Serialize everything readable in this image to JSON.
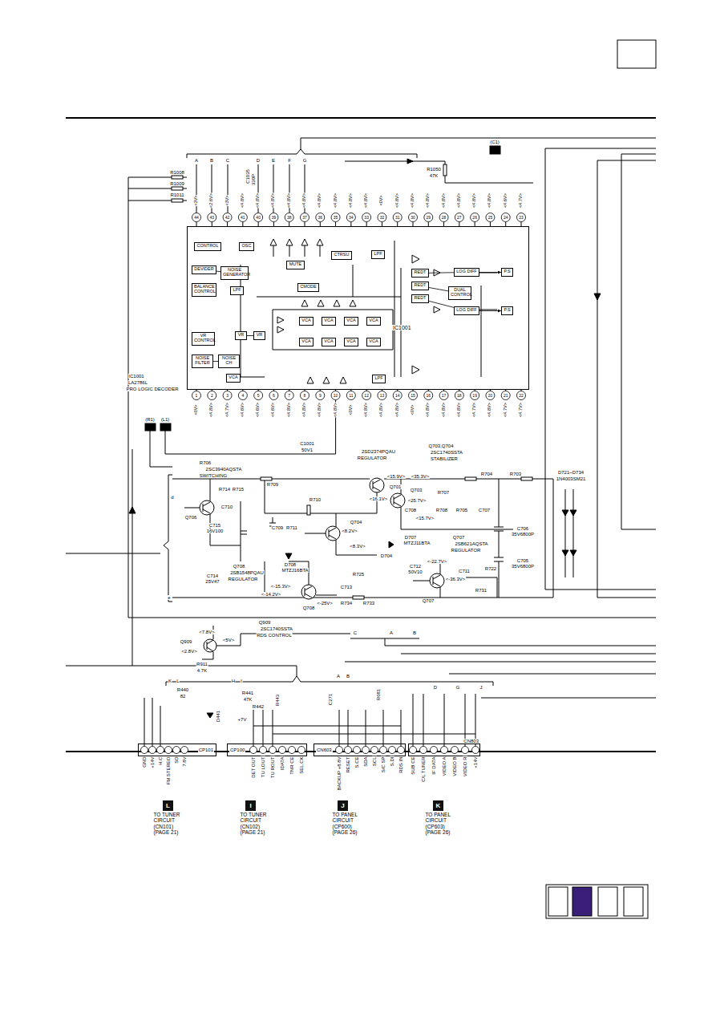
{
  "diagram": {
    "nodes": [
      {
        "text": [
          "IC1001"
        ]
      },
      {
        "text": [
          "CONTROL"
        ],
        "in": 0
      },
      {
        "text": [
          "OSC"
        ],
        "in": 0
      },
      {
        "text": [
          "DEVIDER"
        ],
        "in": 0
      },
      {
        "text": [
          "NOISE GENERATOR"
        ],
        "in": 0
      },
      {
        "text": [
          "BALANCE CONTROL"
        ],
        "in": 0
      },
      {
        "text": [
          "LPF"
        ],
        "in": 0
      },
      {
        "text": [
          "MUTE"
        ],
        "in": 0
      },
      {
        "text": [
          "CTRSU"
        ],
        "in": 0
      },
      {
        "text": [
          "LPF"
        ],
        "in": 0
      },
      {
        "text": [
          "CMODE"
        ],
        "in": 0
      },
      {
        "text": [
          "VCA"
        ],
        "in": 0
      },
      {
        "text": [
          "VCA"
        ],
        "in": 0
      },
      {
        "text": [
          "VCA"
        ],
        "in": 0
      },
      {
        "text": [
          "VCA"
        ],
        "in": 0
      },
      {
        "text": [
          "VCA"
        ],
        "in": 0
      },
      {
        "text": [
          "VCA"
        ],
        "in": 0
      },
      {
        "text": [
          "VCA"
        ],
        "in": 0
      },
      {
        "text": [
          "VCA"
        ],
        "in": 0
      },
      {
        "text": [
          "VR CONTROL"
        ],
        "in": 0
      },
      {
        "text": [
          "VR"
        ],
        "in": 0
      },
      {
        "text": [
          "VR"
        ],
        "in": 0
      },
      {
        "text": [
          "NOISE FILTER"
        ],
        "in": 0
      },
      {
        "text": [
          "NOISE CH"
        ],
        "in": 0
      },
      {
        "text": [
          "VCA"
        ],
        "in": 0
      },
      {
        "text": [
          "LPF"
        ],
        "in": 0
      },
      {
        "text": [
          "REDT"
        ],
        "in": 0
      },
      {
        "text": [
          "REDT"
        ],
        "in": 0
      },
      {
        "text": [
          "REDT"
        ],
        "in": 0
      },
      {
        "text": [
          "LOG DIFF"
        ],
        "in": 0
      },
      {
        "text": [
          "DUAL CONTROL"
        ],
        "in": 0
      },
      {
        "text": [
          "LOG DIFF"
        ],
        "in": 0
      },
      {
        "text": [
          "P.S"
        ],
        "in": 0
      },
      {
        "text": [
          "P.S"
        ],
        "in": 0
      },
      {
        "text": [
          "CP101"
        ]
      },
      {
        "text": [
          "CP100"
        ]
      },
      {
        "text": [
          "CN603"
        ]
      },
      {
        "text": [
          "CN803"
        ]
      },
      {
        "text": [
          "L"
        ]
      },
      {
        "text": [
          "I"
        ]
      },
      {
        "text": [
          "J"
        ]
      },
      {
        "text": [
          "K"
        ]
      }
    ],
    "edges": [
      {
        "from": 3,
        "to": 4,
        "arrow": "none"
      },
      {
        "from": 20,
        "to": 21,
        "arrow": "none"
      },
      {
        "from": 22,
        "to": 23,
        "arrow": "none"
      },
      {
        "from": 26,
        "to": 29,
        "arrow": "none"
      },
      {
        "from": 27,
        "to": 30,
        "arrow": "none"
      },
      {
        "from": 28,
        "to": 31,
        "arrow": "none"
      },
      {
        "from": 29,
        "to": 32,
        "arrow": "to"
      },
      {
        "from": 31,
        "to": 33,
        "arrow": "to"
      }
    ],
    "labels": [
      "R1008",
      "R1009",
      "R1011",
      "C1035",
      "330P",
      "(C1)",
      "R1050",
      "47K",
      "IC1001",
      "LA2786L",
      "PRO LOGIC DECODER",
      "(R1)",
      "(L1)",
      "C1001",
      "50V1",
      "2SD2374PQAU",
      "REGULATOR",
      "Q703,Q704",
      "2SC1740SSTA",
      "STABILIZER",
      "R706",
      "2SC3940AQSTA",
      "SWITCHING",
      "Q701",
      "Q703",
      "R704",
      "R703",
      "D721~D734",
      "1N4003SM21",
      "R714",
      "R715",
      "C710",
      "C715",
      "16V100",
      "Q706",
      "R709",
      "R710",
      "<15.9V>",
      "<16.1V>",
      "<35.3V>",
      "<25.7V>",
      "R707",
      "C708",
      "R708",
      "R705",
      "C707",
      "Q704",
      "<15.7V>",
      "C706",
      "35V6800P",
      "C709",
      "R711",
      "<8.2V>",
      "<8.3V>",
      "D707",
      "MTZJ11BTA",
      "Q707",
      "2SB621AQSTA",
      "REGULATOR",
      "D704",
      "C705",
      "35V6800P",
      "Q708",
      "2SB1548PQAU",
      "REGULATOR",
      "D708",
      "MTZJ16BTA",
      "C714",
      "25V47",
      "C712",
      "50V10",
      "C711",
      "R722",
      "<-15.3V>",
      "<-14.2V>",
      "C713",
      "R725",
      "<-22.7V>",
      "<-36.3V>",
      "R731",
      "Q708",
      "<-25V>",
      "Q707",
      "R734",
      "R733",
      "Q909",
      "2SC1740SSTA",
      "RDS CONTROL",
      "Q909",
      "<7.8V>",
      "<2.8V>",
      "<5V>",
      "R911",
      "4.7K",
      "R440",
      "82",
      "R441",
      "47K",
      "R442",
      "+7V",
      "D441",
      "R443",
      "C271",
      "R681",
      "A",
      "B",
      "C",
      "D",
      "E",
      "F",
      "G",
      "C",
      "A",
      "B",
      "K",
      "L",
      "H",
      "I",
      "A",
      "B",
      "D",
      "G",
      "J",
      "d",
      "e",
      "TO TUNER CIRCUIT (CN101) (PAGE 21)",
      "TO TUNER CIRCUIT (CN102) (PAGE 21)",
      "TO PANEL CIRCUIT (CP600) (PAGE 26)",
      "TO PANEL CIRCUIT (CP603) (PAGE 26)",
      "GND",
      "+14V",
      "H.C",
      "FM STEREO",
      "SD",
      "7.8V",
      "DET OUT",
      "TU LOUT",
      "TU ROUT",
      "IDATA",
      "TNR CE",
      "SEL.CK",
      "BACKUP +8.8V",
      "RESET",
      "S.CE",
      "SDA",
      "SCL",
      "S/C SP",
      "S.DI",
      "RDS IN",
      "SUB CE",
      "C/L TUNER",
      "IF DATA",
      "VIDEO A",
      "VIDEO B",
      "VIDEO R",
      "+14V",
      "44",
      "43",
      "42",
      "41",
      "40",
      "39",
      "38",
      "37",
      "36",
      "35",
      "34",
      "33",
      "32",
      "31",
      "30",
      "29",
      "28",
      "27",
      "26",
      "25",
      "24",
      "23",
      "1",
      "2",
      "3",
      "4",
      "5",
      "6",
      "7",
      "8",
      "9",
      "10",
      "11",
      "12",
      "13",
      "14",
      "15",
      "16",
      "17",
      "18",
      "19",
      "20",
      "21",
      "22",
      "<3V>",
      "<2.6V>",
      "<3V>",
      "<4.8V>",
      "<4.8V>",
      "<4.8V>",
      "<4.8V>",
      "<4.8V>",
      "<4.8V>",
      "<4.8V>",
      "<4.8V>",
      "<4.8V>",
      "<0V>",
      "<4.8V>",
      "<4.8V>",
      "<4.8V>",
      "<4.8V>",
      "<4.8V>",
      "<4.8V>",
      "<4.8V>",
      "<4.6V>",
      "<4.7V>",
      "<0V>",
      "<4.8V>",
      "<4.7V>",
      "<4.6V>",
      "<4.6V>",
      "<4.6V>",
      "<4.8V>",
      "<4.8V>",
      "<4.8V>",
      "<4.8V>",
      "<0V>",
      "<4.8V>",
      "<4.8V>",
      "<4.8V>",
      "<0V>",
      "<4.8V>",
      "<4.8V>",
      "<4.8V>",
      "<4.7V>",
      "<4.8V>",
      "<4.7V>",
      "<4.7V>"
    ]
  }
}
